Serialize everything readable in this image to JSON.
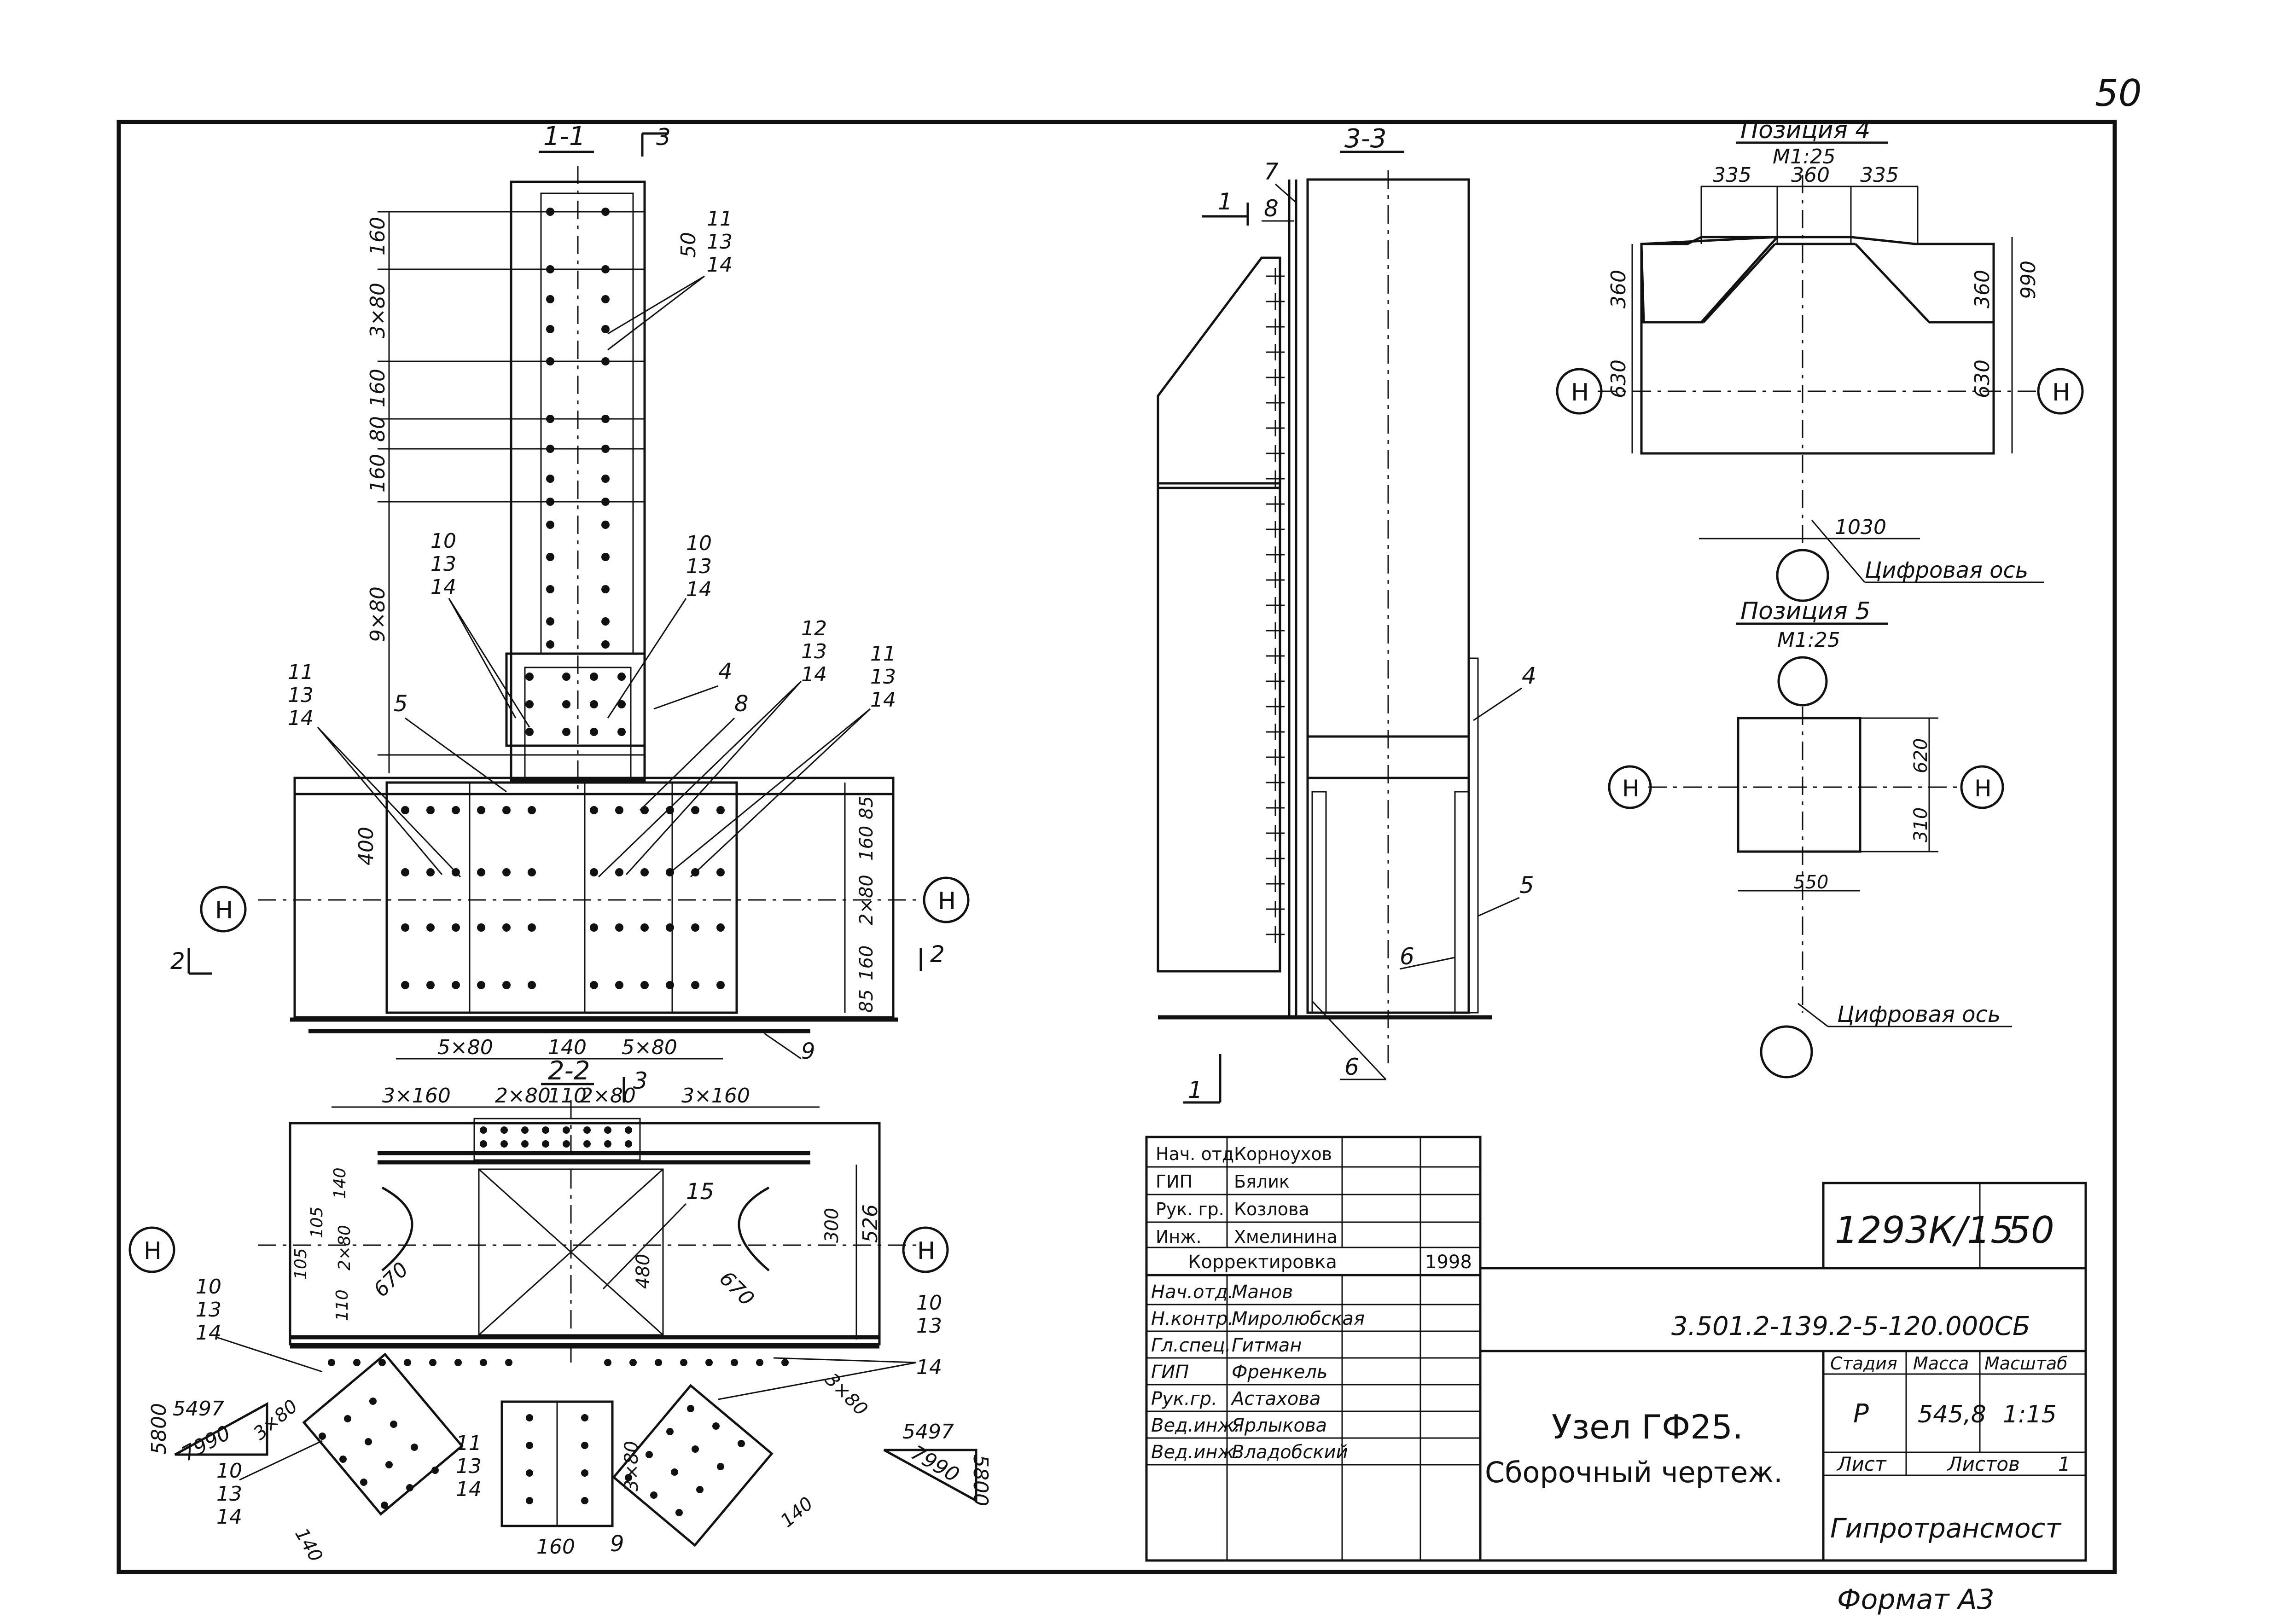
{
  "page_number": "50",
  "format_label": "Формат А3",
  "views": {
    "section_1_1": {
      "title": "1-1",
      "cut_3": "3",
      "cut_2_left": "2",
      "cut_2_right": "2",
      "axis_left": "Н",
      "axis_right": "Н",
      "dims_vertical": [
        "160",
        "3×80",
        "160",
        "80",
        "160",
        "9×80"
      ],
      "dim_400": "400",
      "dims_right_vertical": [
        "85",
        "160",
        "2×80",
        "160",
        "85"
      ],
      "dim_50": "50",
      "dims_bottom": [
        "5×80",
        "140",
        "5×80"
      ],
      "callouts": {
        "c11a": [
          "11",
          "13",
          "14"
        ],
        "c10a": [
          "10",
          "13",
          "14"
        ],
        "c10b": [
          "10",
          "13",
          "14"
        ],
        "c11b": [
          "11",
          "13",
          "14"
        ],
        "c12": [
          "12",
          "13",
          "14"
        ],
        "c11c": [
          "11",
          "13",
          "14"
        ],
        "pos5": "5",
        "pos4": "4",
        "pos8": "8",
        "pos9": "9"
      }
    },
    "section_2_2": {
      "title": "2-2",
      "cut_3": "3",
      "axis_left": "Н",
      "axis_right": "Н",
      "dims_top": [
        "3×160",
        "2×80",
        "110",
        "2×80",
        "3×160"
      ],
      "dims_left": [
        "140",
        "105",
        "105",
        "2×80",
        "110"
      ],
      "dim_670a": "670",
      "dim_670b": "670",
      "dim_480": "480",
      "dim_300": "300",
      "dim_526": "526",
      "pos15": "15",
      "c10a": [
        "10",
        "13",
        "14"
      ],
      "c10b": [
        "10",
        "13",
        "14"
      ],
      "c10c": [
        "10",
        "13",
        "14"
      ],
      "c11": [
        "11",
        "13",
        "14"
      ],
      "pos9": "9",
      "dims_bottom": [
        "160",
        "3×80"
      ],
      "dim_140_left": "140",
      "dim_140_right": "140",
      "dim_3x80_left": "3×80",
      "dim_3x80_right": "3×80",
      "slope_left": [
        "5497",
        "7990",
        "5800"
      ],
      "slope_right": [
        "5497",
        "7990",
        "5800"
      ]
    },
    "section_3_3": {
      "title": "3-3",
      "cut_1_top": "1",
      "cut_1_bottom": "1",
      "pos7": "7",
      "pos8": "8",
      "pos4": "4",
      "pos5": "5",
      "pos6a": "6",
      "pos6b": "6"
    },
    "position_4": {
      "title": "Позиция 4",
      "scale": "М1:25",
      "dims_top": [
        "335",
        "360",
        "335"
      ],
      "dims_left": [
        "360",
        "630"
      ],
      "dims_right": [
        "360",
        "630",
        "990"
      ],
      "dim_bottom": "1030",
      "axis_left": "Н",
      "axis_right": "Н",
      "axis_label": "Цифровая ось"
    },
    "position_5": {
      "title": "Позиция 5",
      "scale": "М1:25",
      "dims_right": [
        "620",
        "310"
      ],
      "dim_bottom": "550",
      "axis_left": "Н",
      "axis_right": "Н",
      "axis_label": "Цифровая ось"
    }
  },
  "title_block": {
    "approvals_top": [
      {
        "role": "Нач. отд.",
        "name": "Корноухов"
      },
      {
        "role": "ГИП",
        "name": "Бялик"
      },
      {
        "role": "Рук. гр.",
        "name": "Козлова"
      },
      {
        "role": "Инж.",
        "name": "Хмелинина"
      }
    ],
    "correction_label": "Корректировка",
    "correction_year": "1998",
    "approvals_bottom": [
      {
        "role": "Нач.отд.",
        "name": "Манов"
      },
      {
        "role": "Н.контр.",
        "name": "Миролюбская"
      },
      {
        "role": "Гл.спец.",
        "name": "Гитман"
      },
      {
        "role": "ГИП",
        "name": "Френкель"
      },
      {
        "role": "Рук.гр.",
        "name": "Астахова"
      },
      {
        "role": "Вед.инж.",
        "name": "Ярлыкова"
      },
      {
        "role": "Вед.инж.",
        "name": "Владобский"
      }
    ],
    "project_code": "1293К/15",
    "sheet_box": "50",
    "doc_code": "3.501.2-139.2-5-120.000СБ",
    "title_line1": "Узел ГФ25.",
    "title_line2": "Сборочный чертеж.",
    "stage_label": "Стадия",
    "mass_label": "Масса",
    "scale_label": "Масштаб",
    "stage": "Р",
    "mass": "545,8",
    "scale": "1:15",
    "sheet_label": "Лист",
    "sheets_label": "Листов",
    "sheets": "1",
    "organization": "Гипротрансмост"
  }
}
